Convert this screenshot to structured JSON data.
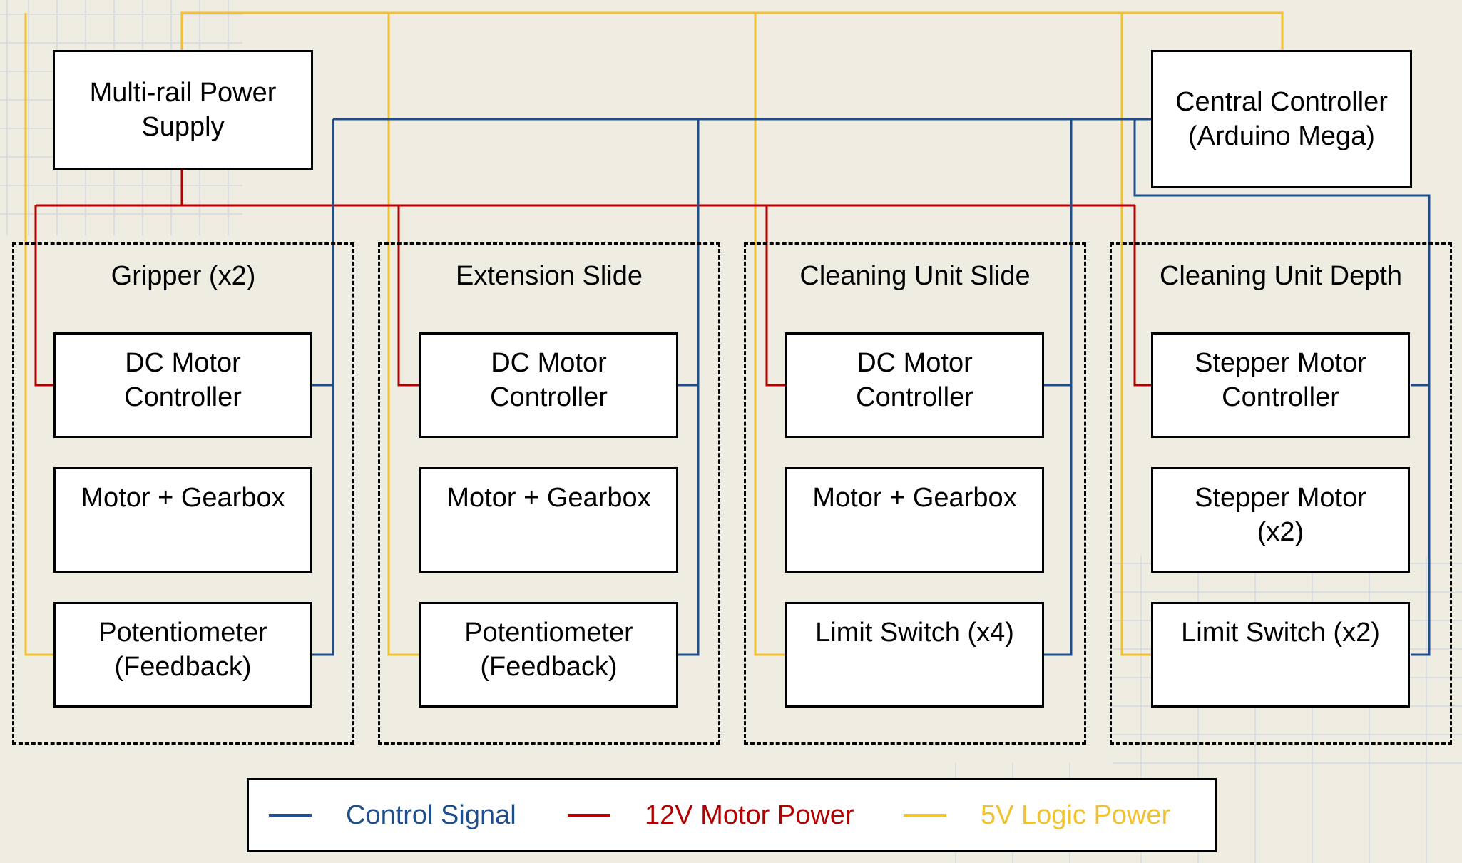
{
  "colors": {
    "control": "#1f4e8c",
    "motor_power": "#b30000",
    "logic_power": "#f2c12e",
    "background": "#efece2"
  },
  "power_supply": {
    "label": "Multi-rail Power\nSupply"
  },
  "controller": {
    "label": "Central Controller\n(Arduino Mega)"
  },
  "groups": [
    {
      "title": "Gripper (x2)",
      "items": [
        "DC Motor\nController",
        "Motor + Gearbox",
        "Potentiometer\n(Feedback)"
      ]
    },
    {
      "title": "Extension Slide",
      "items": [
        "DC Motor\nController",
        "Motor + Gearbox",
        "Potentiometer\n(Feedback)"
      ]
    },
    {
      "title": "Cleaning Unit Slide",
      "items": [
        "DC Motor\nController",
        "Motor + Gearbox",
        "Limit Switch (x4)"
      ]
    },
    {
      "title": "Cleaning Unit Depth",
      "items": [
        "Stepper Motor\nController",
        "Stepper Motor\n(x2)",
        "Limit Switch (x2)"
      ]
    }
  ],
  "legend": [
    {
      "label": "Control Signal",
      "color": "#1f4e8c"
    },
    {
      "label": "12V Motor Power",
      "color": "#b30000"
    },
    {
      "label": "5V Logic Power",
      "color": "#f2c12e"
    }
  ]
}
